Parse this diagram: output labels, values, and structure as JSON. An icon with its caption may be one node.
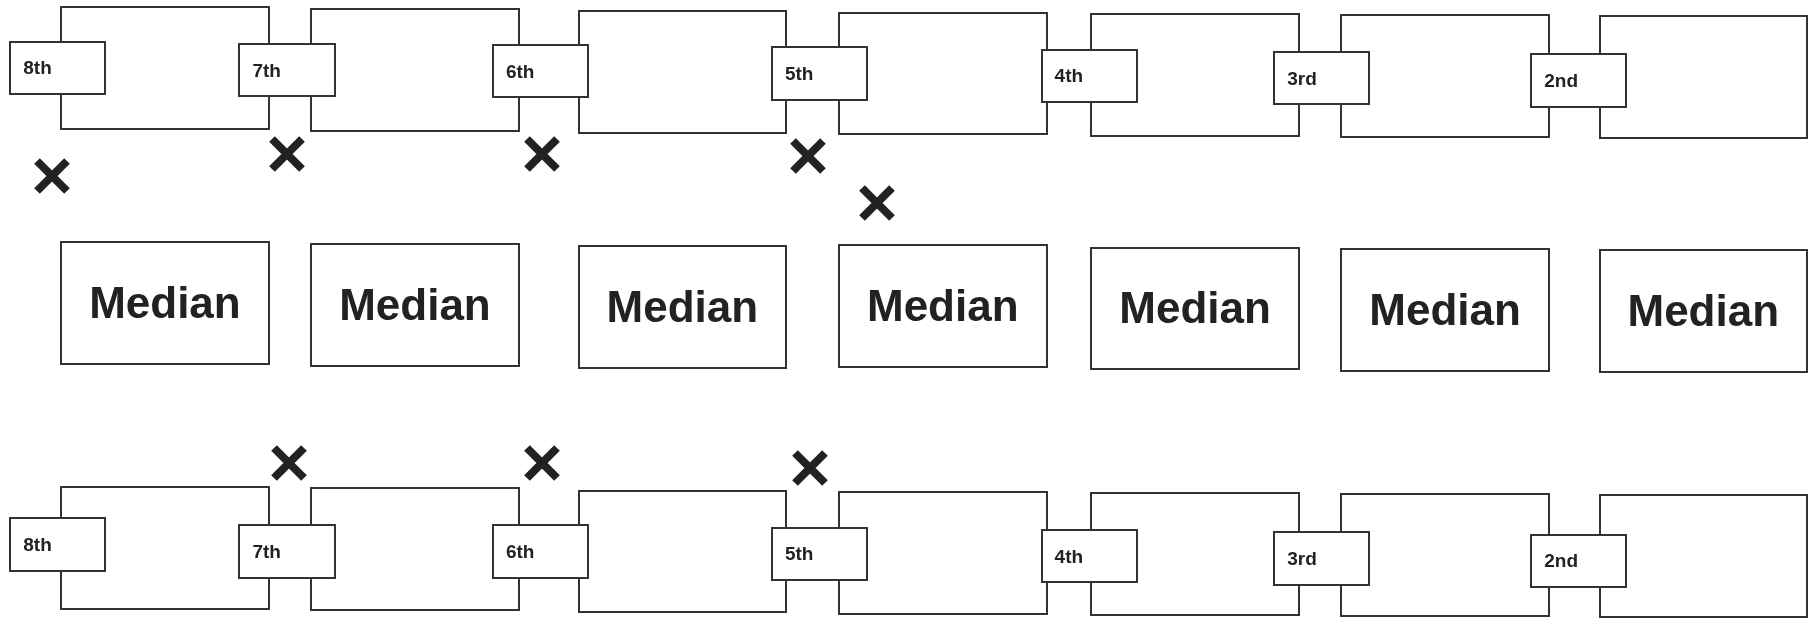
{
  "diagram": {
    "nodes": [
      {
        "text": [],
        "shape": "box"
      },
      {
        "text": [],
        "shape": "box"
      },
      {
        "text": [],
        "shape": "box"
      },
      {
        "text": [],
        "shape": "box"
      },
      {
        "text": [],
        "shape": "box"
      },
      {
        "text": [],
        "shape": "box"
      },
      {
        "text": [],
        "shape": "box"
      },
      {
        "text": [
          "8th"
        ]
      },
      {
        "text": [
          "7th"
        ]
      },
      {
        "text": [
          "6th"
        ]
      },
      {
        "text": [
          "5th"
        ]
      },
      {
        "text": [
          "4th"
        ]
      },
      {
        "text": [
          "3rd"
        ]
      },
      {
        "text": [
          "2nd"
        ]
      },
      {
        "text": [
          "Median"
        ]
      },
      {
        "text": [
          "Median"
        ]
      },
      {
        "text": [
          "Median"
        ]
      },
      {
        "text": [
          "Median"
        ]
      },
      {
        "text": [
          "Median"
        ]
      },
      {
        "text": [
          "Median"
        ]
      },
      {
        "text": [
          "Median"
        ]
      },
      {
        "text": [],
        "shape": "box"
      },
      {
        "text": [],
        "shape": "box"
      },
      {
        "text": [],
        "shape": "box"
      },
      {
        "text": [],
        "shape": "box"
      },
      {
        "text": [],
        "shape": "box"
      },
      {
        "text": [],
        "shape": "box"
      },
      {
        "text": [],
        "shape": "box"
      },
      {
        "text": [
          "8th"
        ]
      },
      {
        "text": [
          "7th"
        ]
      },
      {
        "text": [
          "6th"
        ]
      },
      {
        "text": [
          "5th"
        ]
      },
      {
        "text": [
          "4th"
        ]
      },
      {
        "text": [
          "3rd"
        ]
      },
      {
        "text": [
          "2nd"
        ]
      }
    ]
  }
}
